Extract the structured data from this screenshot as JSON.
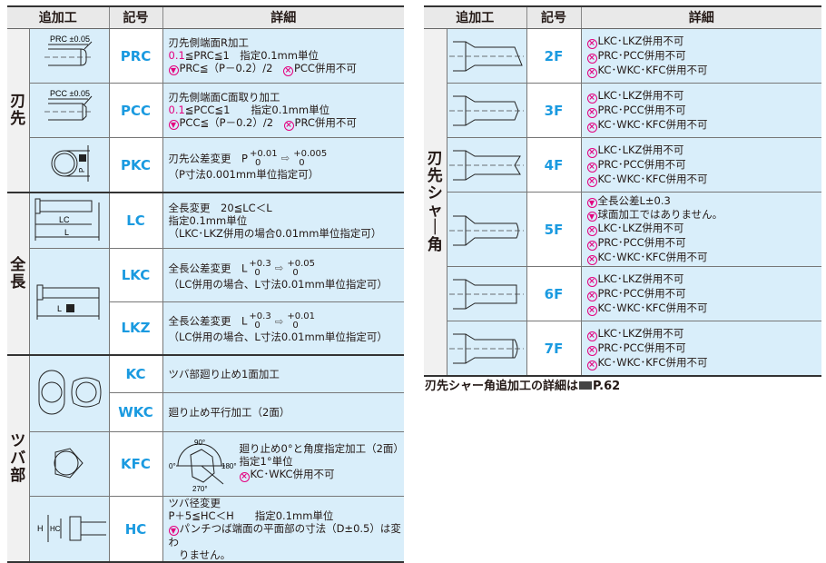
{
  "headers": {
    "process": "追加工",
    "code": "記号",
    "detail": "詳細"
  },
  "colors": {
    "code": "#1a9ae0",
    "accent": "#e4007f",
    "cell": "#d9eefa",
    "header": "#e9e9e9"
  },
  "icons": {
    "caution": "caution-icon",
    "prohibit": "prohibit-icon",
    "arrow": "hollow-right-arrow-icon",
    "ref": "page-reference-icon"
  },
  "left_table": {
    "groups": [
      {
        "label": "刃先",
        "rows": [
          {
            "code": "PRC",
            "figure": "prc",
            "figure_label": "PRC ±0.05",
            "lines": [
              {
                "parts": [
                  "刃先側端面R加工"
                ]
              },
              {
                "parts": [
                  {
                    "pink": "0.1"
                  },
                  "≦PRC≦1　指定0.1mm単位"
                ]
              },
              {
                "icon": "caution",
                "parts": [
                  "PRC≦（P－0.2）/2　"
                ],
                "icon2": "prohibit",
                "parts2": [
                  "PCC併用不可"
                ]
              }
            ]
          },
          {
            "code": "PCC",
            "figure": "pcc",
            "figure_label": "PCC ±0.05",
            "lines": [
              {
                "parts": [
                  "刃先側端面C面取り加工"
                ]
              },
              {
                "parts": [
                  {
                    "pink": "0.1"
                  },
                  "≦PCC≦1　　指定0.1mm単位"
                ]
              },
              {
                "icon": "caution",
                "parts": [
                  "PCC≦（P－0.2）/2　"
                ],
                "icon2": "prohibit",
                "parts2": [
                  "PRC併用不可"
                ]
              }
            ]
          },
          {
            "code": "PKC",
            "figure": "pkc",
            "figure_label": "P",
            "lines": [
              {
                "parts": [
                  "刃先公差変更　P",
                  {
                    "tol": [
                      "+0.01",
                      "0"
                    ]
                  },
                  {
                    "arrow": "⇨"
                  },
                  {
                    "tol": [
                      "+0.005",
                      "0"
                    ]
                  }
                ]
              },
              {
                "parts": [
                  "（P寸法0.001mm単位指定可）"
                ]
              }
            ]
          }
        ]
      },
      {
        "label": "全長",
        "rows": [
          {
            "code": "LC",
            "figure": "lc",
            "figure_label": "LC",
            "figure_label2": "L",
            "lines": [
              {
                "parts": [
                  "全長変更　20≦LC＜L"
                ]
              },
              {
                "parts": [
                  "指定0.1mm単位"
                ]
              },
              {
                "parts": [
                  "（LKC･LKZ併用の場合0.01mm単位指定可）"
                ]
              }
            ]
          },
          {
            "code": "LKC",
            "figure": "lk",
            "figure_label": "L",
            "lines": [
              {
                "parts": [
                  "全長公差変更　L",
                  {
                    "tol": [
                      "+0.3",
                      "0"
                    ]
                  },
                  {
                    "arrow": "⇨"
                  },
                  {
                    "tol": [
                      "+0.05",
                      "0"
                    ]
                  }
                ]
              },
              {
                "parts": [
                  " "
                ]
              },
              {
                "parts": [
                  "（LC併用の場合、L寸法0.01mm単位指定可）"
                ]
              }
            ]
          },
          {
            "code": "LKZ",
            "lines": [
              {
                "parts": [
                  "全長公差変更　L",
                  {
                    "tol": [
                      "+0.3",
                      "0"
                    ]
                  },
                  {
                    "arrow": "⇨"
                  },
                  {
                    "tol": [
                      "+0.01",
                      "0"
                    ]
                  }
                ]
              },
              {
                "parts": [
                  " "
                ]
              },
              {
                "parts": [
                  "（LC併用の場合、L寸法0.01mm単位指定可）"
                ]
              }
            ]
          }
        ]
      },
      {
        "label": "ツバ部",
        "rows": [
          {
            "code": "KC",
            "figure": "kc",
            "lines": [
              {
                "parts": [
                  "ツバ部廻り止め1面加工"
                ]
              }
            ]
          },
          {
            "code": "WKC",
            "lines": [
              {
                "parts": [
                  "廻り止め平行加工（2面）"
                ]
              }
            ]
          },
          {
            "code": "KFC",
            "figure": "kfc",
            "angle_labels": [
              "90°",
              "0°",
              "180°",
              "270°"
            ],
            "lines": [
              {
                "parts": [
                  "廻り止め0°と角度指定加工（2面）"
                ]
              },
              {
                "parts": [
                  "指定1°単位"
                ]
              },
              {
                "icon": "prohibit",
                "parts": [
                  "KC･WKC併用不可"
                ]
              }
            ]
          },
          {
            "code": "HC",
            "figure": "hc",
            "figure_label": "H",
            "figure_label2": "HC",
            "lines": [
              {
                "parts": [
                  "ツバ径変更"
                ]
              },
              {
                "parts": [
                  "P＋5≦HC＜H　　指定0.1mm単位"
                ]
              },
              {
                "icon": "caution",
                "parts": [
                  "パンチつば端面の平面部の寸法（D±0.5）は変わ"
                ]
              },
              {
                "parts": [
                  "　りません。"
                ]
              }
            ]
          }
        ]
      }
    ]
  },
  "right_table": {
    "groups": [
      {
        "label": "刃先シャー角",
        "rows": [
          {
            "code": "2F",
            "figure": "2f",
            "lines": [
              {
                "icon": "prohibit",
                "parts": [
                  "LKC･LKZ併用不可"
                ]
              },
              {
                "icon": "prohibit",
                "parts": [
                  "PRC･PCC併用不可"
                ]
              },
              {
                "icon": "prohibit",
                "parts": [
                  "KC･WKC･KFC併用不可"
                ]
              }
            ]
          },
          {
            "code": "3F",
            "figure": "3f",
            "lines": [
              {
                "icon": "prohibit",
                "parts": [
                  "LKC･LKZ併用不可"
                ]
              },
              {
                "icon": "prohibit",
                "parts": [
                  "PRC･PCC併用不可"
                ]
              },
              {
                "icon": "prohibit",
                "parts": [
                  "KC･WKC･KFC併用不可"
                ]
              }
            ]
          },
          {
            "code": "4F",
            "figure": "4f",
            "lines": [
              {
                "icon": "prohibit",
                "parts": [
                  "LKC･LKZ併用不可"
                ]
              },
              {
                "icon": "prohibit",
                "parts": [
                  "PRC･PCC併用不可"
                ]
              },
              {
                "icon": "prohibit",
                "parts": [
                  "KC･WKC･KFC併用不可"
                ]
              }
            ]
          },
          {
            "code": "5F",
            "figure": "5f",
            "lines": [
              {
                "icon": "caution",
                "parts": [
                  "全長公差L±0.3"
                ]
              },
              {
                "icon": "caution",
                "parts": [
                  "球面加工ではありません。"
                ]
              },
              {
                "icon": "prohibit",
                "parts": [
                  "LKC･LKZ併用不可"
                ]
              },
              {
                "icon": "prohibit",
                "parts": [
                  "PRC･PCC併用不可"
                ]
              },
              {
                "icon": "prohibit",
                "parts": [
                  "KC･WKC･KFC併用不可"
                ]
              }
            ]
          },
          {
            "code": "6F",
            "figure": "6f",
            "lines": [
              {
                "icon": "prohibit",
                "parts": [
                  "LKC･LKZ併用不可"
                ]
              },
              {
                "icon": "prohibit",
                "parts": [
                  "PRC･PCC併用不可"
                ]
              },
              {
                "icon": "prohibit",
                "parts": [
                  "KC･WKC･KFC併用不可"
                ]
              }
            ]
          },
          {
            "code": "7F",
            "figure": "7f",
            "lines": [
              {
                "icon": "prohibit",
                "parts": [
                  "LKC･LKZ併用不可"
                ]
              },
              {
                "icon": "prohibit",
                "parts": [
                  "PRC･PCC併用不可"
                ]
              },
              {
                "icon": "prohibit",
                "parts": [
                  "KC･WKC･KFC併用不可"
                ]
              }
            ]
          }
        ]
      }
    ]
  },
  "note": {
    "text": "刃先シャー角追加工の詳細は",
    "page": "P.62"
  }
}
